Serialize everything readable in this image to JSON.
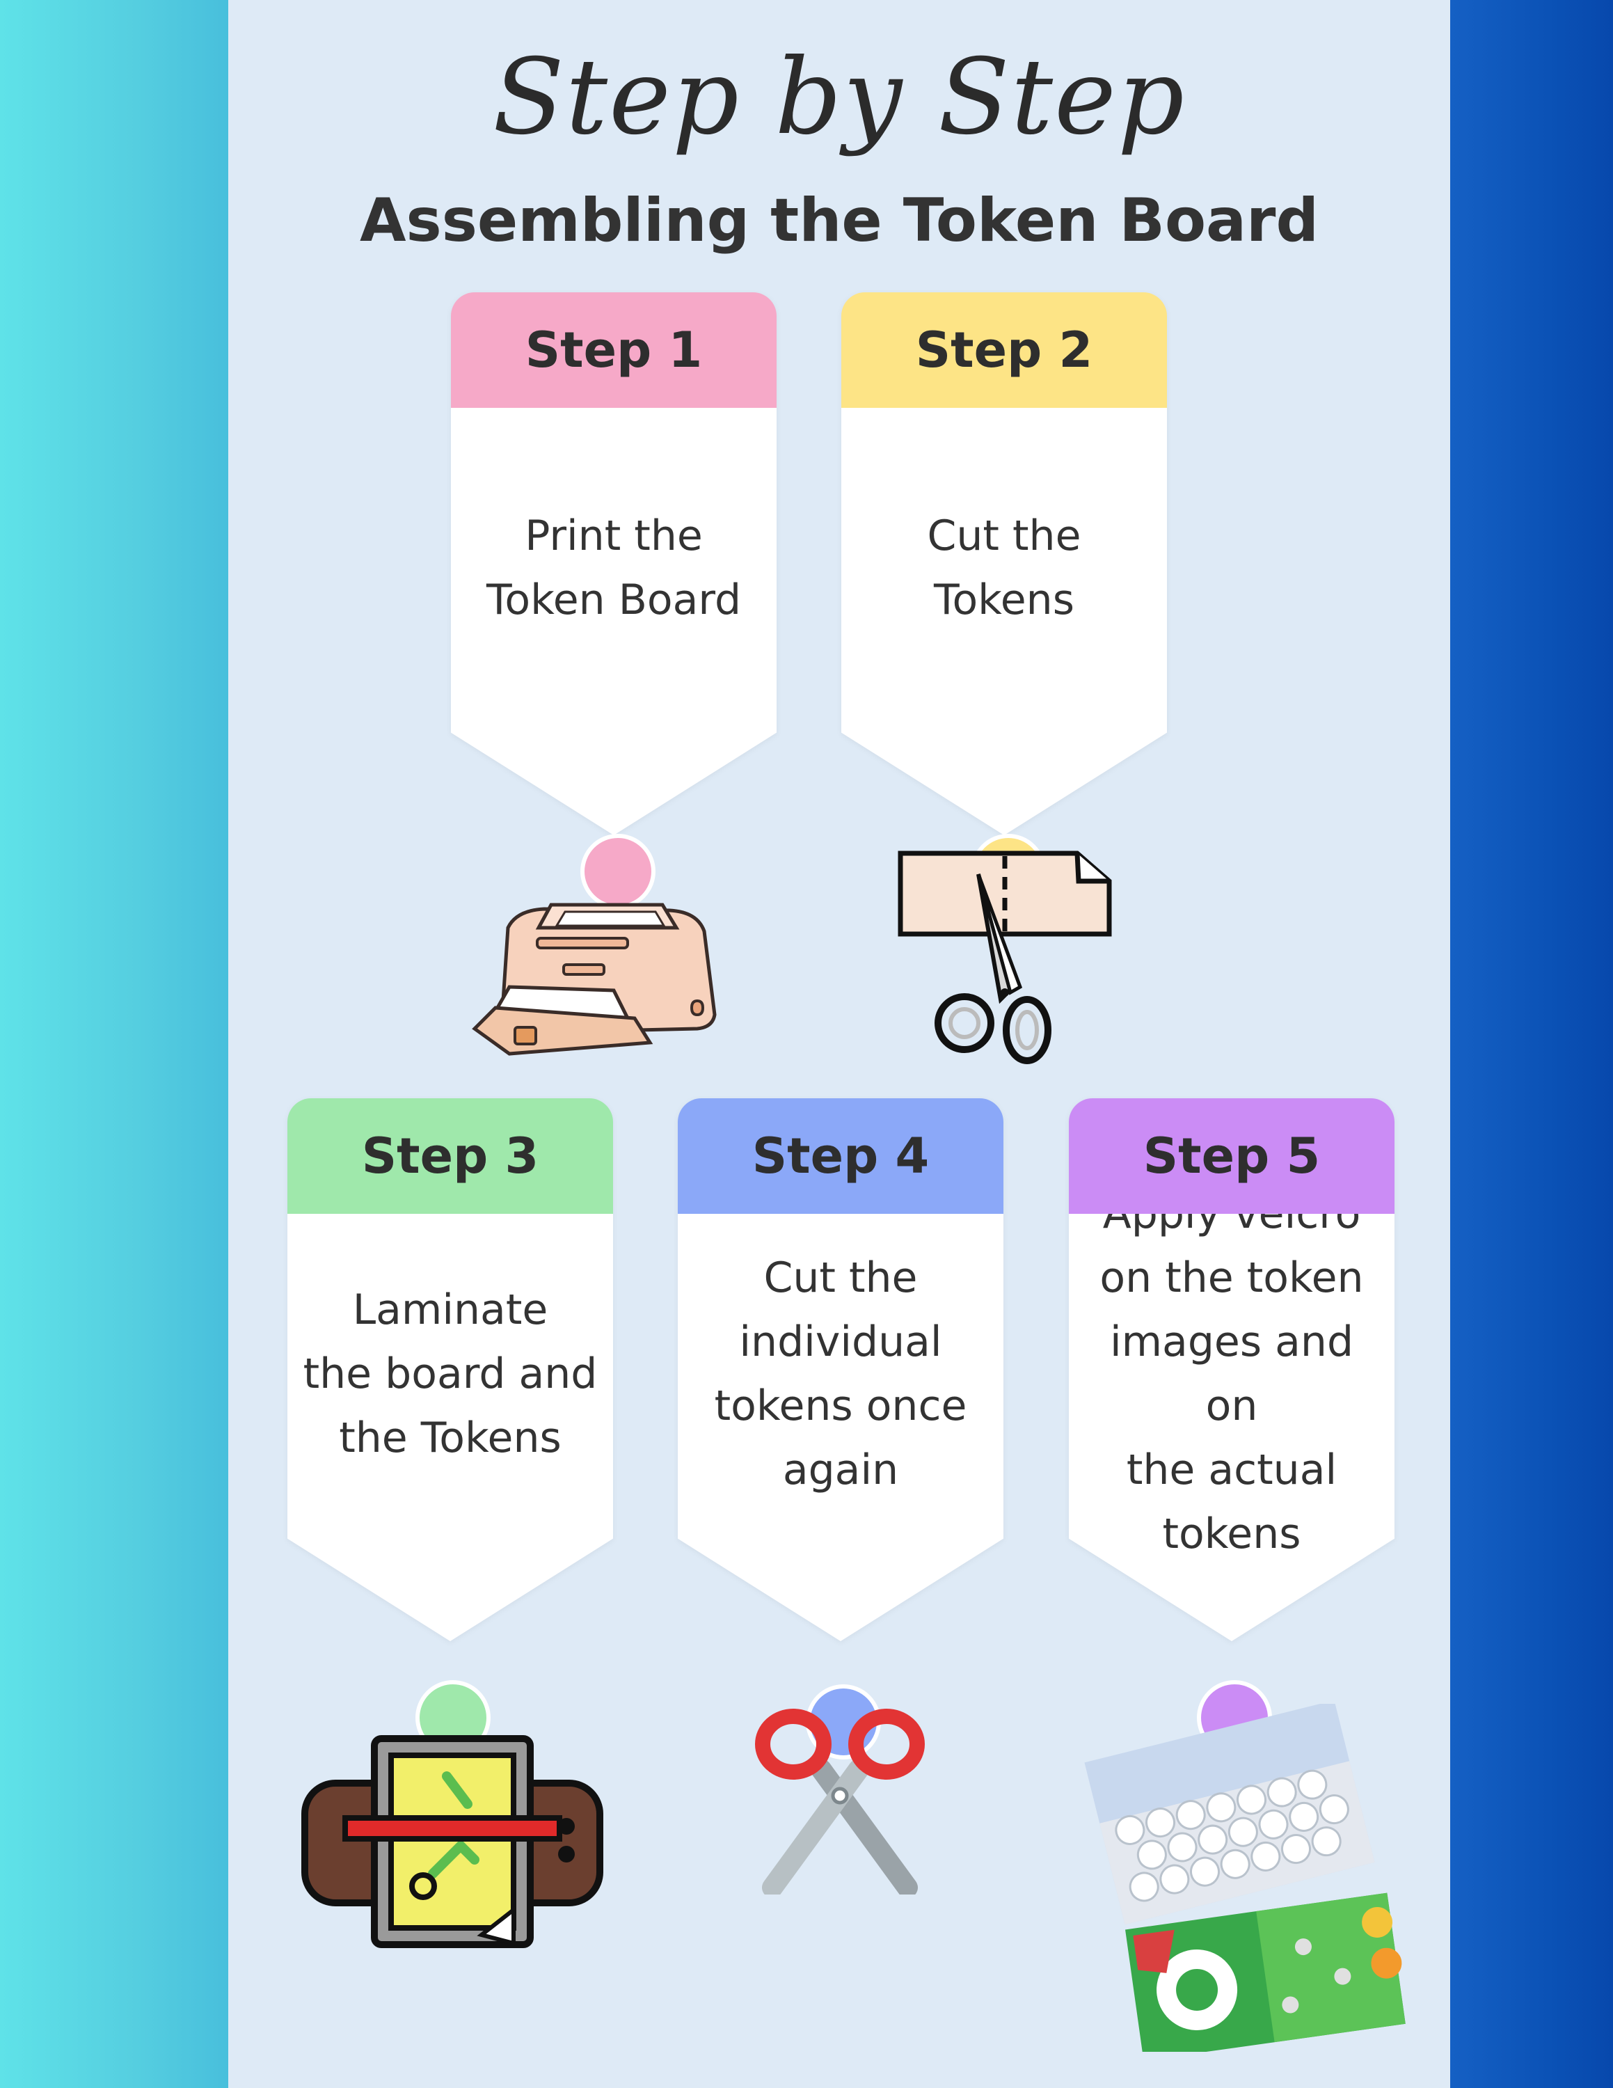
{
  "header": {
    "script_title": "Step by Step",
    "title": "Assembling the Token Board"
  },
  "steps": [
    {
      "label": "Step 1",
      "text": "Print the\nToken Board",
      "color": "#f6a9c8",
      "icon": "printer-icon"
    },
    {
      "label": "Step 2",
      "text": "Cut the\nTokens",
      "color": "#fde486",
      "icon": "cut-paper-scissors-icon"
    },
    {
      "label": "Step 3",
      "text": "Laminate\nthe board and\nthe Tokens",
      "color": "#9fe8ab",
      "icon": "laminator-icon"
    },
    {
      "label": "Step 4",
      "text": "Cut the\nindividual\ntokens once\nagain",
      "color": "#8ba8f8",
      "icon": "scissors-icon"
    },
    {
      "label": "Step 5",
      "text": "Apply velcro\non the token\nimages and on\nthe actual\ntokens",
      "color": "#cb8cf5",
      "icon": "velcro-dots-icon"
    }
  ]
}
